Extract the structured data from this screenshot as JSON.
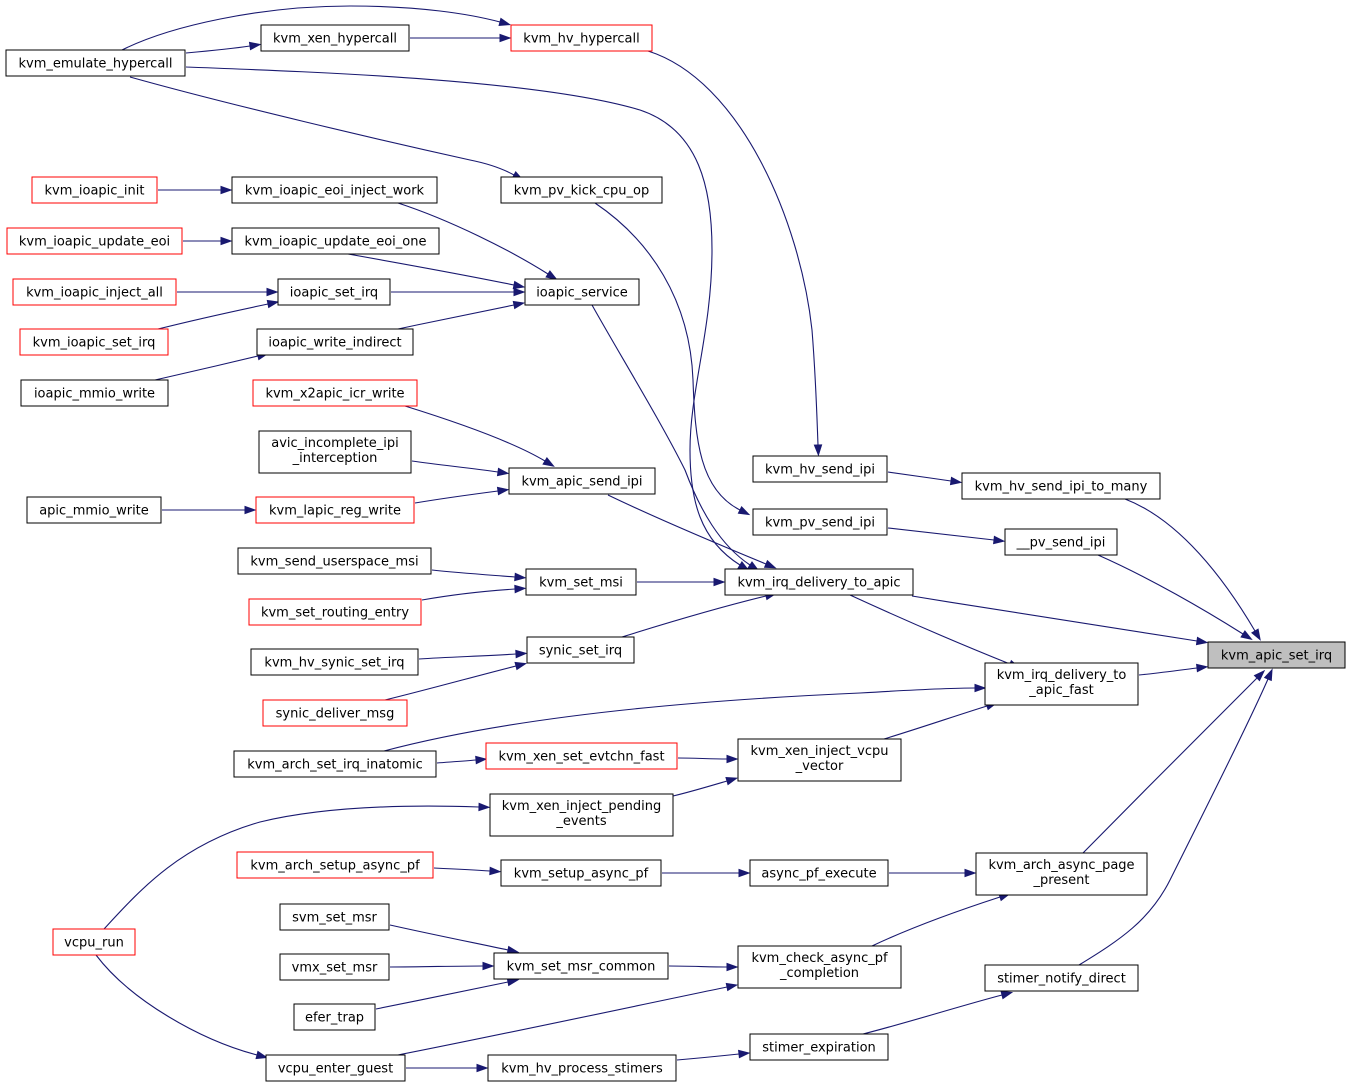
{
  "graph": {
    "type": "call-graph",
    "direction": "right-to-left",
    "colors": {
      "edge": "#191970",
      "node_border": "#000000",
      "truncated_border": "#ff0000",
      "focus_fill": "#bfbfbf",
      "background": "#ffffff"
    },
    "nodes": [
      {
        "id": "kvm_apic_set_irq",
        "lines": [
          "kvm_apic_set_irq"
        ],
        "focus": true
      },
      {
        "id": "kvm_emulate_hypercall",
        "lines": [
          "kvm_emulate_hypercall"
        ]
      },
      {
        "id": "kvm_xen_hypercall",
        "lines": [
          "kvm_xen_hypercall"
        ]
      },
      {
        "id": "kvm_hv_hypercall",
        "lines": [
          "kvm_hv_hypercall"
        ],
        "truncated": true
      },
      {
        "id": "kvm_ioapic_init",
        "lines": [
          "kvm_ioapic_init"
        ],
        "truncated": true
      },
      {
        "id": "kvm_ioapic_eoi_inject_work",
        "lines": [
          "kvm_ioapic_eoi_inject_work"
        ]
      },
      {
        "id": "kvm_pv_kick_cpu_op",
        "lines": [
          "kvm_pv_kick_cpu_op"
        ]
      },
      {
        "id": "kvm_ioapic_update_eoi",
        "lines": [
          "kvm_ioapic_update_eoi"
        ],
        "truncated": true
      },
      {
        "id": "kvm_ioapic_update_eoi_one",
        "lines": [
          "kvm_ioapic_update_eoi_one"
        ]
      },
      {
        "id": "kvm_ioapic_inject_all",
        "lines": [
          "kvm_ioapic_inject_all"
        ],
        "truncated": true
      },
      {
        "id": "ioapic_set_irq",
        "lines": [
          "ioapic_set_irq"
        ]
      },
      {
        "id": "ioapic_service",
        "lines": [
          "ioapic_service"
        ]
      },
      {
        "id": "kvm_ioapic_set_irq",
        "lines": [
          "kvm_ioapic_set_irq"
        ],
        "truncated": true
      },
      {
        "id": "ioapic_write_indirect",
        "lines": [
          "ioapic_write_indirect"
        ]
      },
      {
        "id": "ioapic_mmio_write",
        "lines": [
          "ioapic_mmio_write"
        ]
      },
      {
        "id": "kvm_x2apic_icr_write",
        "lines": [
          "kvm_x2apic_icr_write"
        ],
        "truncated": true
      },
      {
        "id": "avic_incomplete_ipi_interception",
        "lines": [
          "avic_incomplete_ipi",
          "_interception"
        ]
      },
      {
        "id": "kvm_apic_send_ipi",
        "lines": [
          "kvm_apic_send_ipi"
        ]
      },
      {
        "id": "apic_mmio_write",
        "lines": [
          "apic_mmio_write"
        ]
      },
      {
        "id": "kvm_lapic_reg_write",
        "lines": [
          "kvm_lapic_reg_write"
        ],
        "truncated": true
      },
      {
        "id": "kvm_hv_send_ipi",
        "lines": [
          "kvm_hv_send_ipi"
        ]
      },
      {
        "id": "kvm_hv_send_ipi_to_many",
        "lines": [
          "kvm_hv_send_ipi_to_many"
        ]
      },
      {
        "id": "kvm_pv_send_ipi",
        "lines": [
          "kvm_pv_send_ipi"
        ]
      },
      {
        "id": "__pv_send_ipi",
        "lines": [
          "__pv_send_ipi"
        ]
      },
      {
        "id": "kvm_send_userspace_msi",
        "lines": [
          "kvm_send_userspace_msi"
        ]
      },
      {
        "id": "kvm_set_msi",
        "lines": [
          "kvm_set_msi"
        ]
      },
      {
        "id": "kvm_irq_delivery_to_apic",
        "lines": [
          "kvm_irq_delivery_to_apic"
        ]
      },
      {
        "id": "kvm_set_routing_entry",
        "lines": [
          "kvm_set_routing_entry"
        ],
        "truncated": true
      },
      {
        "id": "synic_set_irq",
        "lines": [
          "synic_set_irq"
        ]
      },
      {
        "id": "kvm_hv_synic_set_irq",
        "lines": [
          "kvm_hv_synic_set_irq"
        ]
      },
      {
        "id": "kvm_irq_delivery_to_apic_fast",
        "lines": [
          "kvm_irq_delivery_to",
          "_apic_fast"
        ]
      },
      {
        "id": "synic_deliver_msg",
        "lines": [
          "synic_deliver_msg"
        ],
        "truncated": true
      },
      {
        "id": "kvm_arch_set_irq_inatomic",
        "lines": [
          "kvm_arch_set_irq_inatomic"
        ]
      },
      {
        "id": "kvm_xen_set_evtchn_fast",
        "lines": [
          "kvm_xen_set_evtchn_fast"
        ],
        "truncated": true
      },
      {
        "id": "kvm_xen_inject_vcpu_vector",
        "lines": [
          "kvm_xen_inject_vcpu",
          "_vector"
        ]
      },
      {
        "id": "kvm_xen_inject_pending_events",
        "lines": [
          "kvm_xen_inject_pending",
          "_events"
        ]
      },
      {
        "id": "kvm_arch_setup_async_pf",
        "lines": [
          "kvm_arch_setup_async_pf"
        ],
        "truncated": true
      },
      {
        "id": "kvm_setup_async_pf",
        "lines": [
          "kvm_setup_async_pf"
        ]
      },
      {
        "id": "async_pf_execute",
        "lines": [
          "async_pf_execute"
        ]
      },
      {
        "id": "kvm_arch_async_page_present",
        "lines": [
          "kvm_arch_async_page",
          "_present"
        ]
      },
      {
        "id": "vcpu_run",
        "lines": [
          "vcpu_run"
        ],
        "truncated": true
      },
      {
        "id": "svm_set_msr",
        "lines": [
          "svm_set_msr"
        ]
      },
      {
        "id": "vmx_set_msr",
        "lines": [
          "vmx_set_msr"
        ]
      },
      {
        "id": "kvm_set_msr_common",
        "lines": [
          "kvm_set_msr_common"
        ]
      },
      {
        "id": "kvm_check_async_pf_completion",
        "lines": [
          "kvm_check_async_pf",
          "_completion"
        ]
      },
      {
        "id": "stimer_notify_direct",
        "lines": [
          "stimer_notify_direct"
        ]
      },
      {
        "id": "efer_trap",
        "lines": [
          "efer_trap"
        ]
      },
      {
        "id": "vcpu_enter_guest",
        "lines": [
          "vcpu_enter_guest"
        ]
      },
      {
        "id": "kvm_hv_process_stimers",
        "lines": [
          "kvm_hv_process_stimers"
        ]
      },
      {
        "id": "stimer_expiration",
        "lines": [
          "stimer_expiration"
        ]
      }
    ],
    "edges": [
      [
        "kvm_emulate_hypercall",
        "kvm_xen_hypercall"
      ],
      [
        "kvm_emulate_hypercall",
        "kvm_hv_hypercall"
      ],
      [
        "kvm_xen_hypercall",
        "kvm_hv_hypercall"
      ],
      [
        "kvm_emulate_hypercall",
        "kvm_pv_kick_cpu_op"
      ],
      [
        "kvm_emulate_hypercall",
        "kvm_irq_delivery_to_apic"
      ],
      [
        "kvm_hv_hypercall",
        "kvm_hv_send_ipi"
      ],
      [
        "kvm_ioapic_init",
        "kvm_ioapic_eoi_inject_work"
      ],
      [
        "kvm_ioapic_update_eoi",
        "kvm_ioapic_update_eoi_one"
      ],
      [
        "kvm_ioapic_inject_all",
        "ioapic_set_irq"
      ],
      [
        "kvm_ioapic_set_irq",
        "ioapic_set_irq"
      ],
      [
        "ioapic_mmio_write",
        "ioapic_write_indirect"
      ],
      [
        "kvm_ioapic_eoi_inject_work",
        "ioapic_service"
      ],
      [
        "kvm_ioapic_update_eoi_one",
        "ioapic_service"
      ],
      [
        "ioapic_set_irq",
        "ioapic_service"
      ],
      [
        "ioapic_write_indirect",
        "ioapic_service"
      ],
      [
        "ioapic_service",
        "kvm_irq_delivery_to_apic"
      ],
      [
        "kvm_pv_kick_cpu_op",
        "kvm_pv_send_ipi"
      ],
      [
        "kvm_x2apic_icr_write",
        "kvm_apic_send_ipi"
      ],
      [
        "avic_incomplete_ipi_interception",
        "kvm_apic_send_ipi"
      ],
      [
        "kvm_lapic_reg_write",
        "kvm_apic_send_ipi"
      ],
      [
        "apic_mmio_write",
        "kvm_lapic_reg_write"
      ],
      [
        "kvm_apic_send_ipi",
        "kvm_irq_delivery_to_apic"
      ],
      [
        "kvm_hv_send_ipi",
        "kvm_hv_send_ipi_to_many"
      ],
      [
        "kvm_pv_send_ipi",
        "__pv_send_ipi"
      ],
      [
        "kvm_send_userspace_msi",
        "kvm_set_msi"
      ],
      [
        "kvm_set_routing_entry",
        "kvm_set_msi"
      ],
      [
        "kvm_set_msi",
        "kvm_irq_delivery_to_apic"
      ],
      [
        "kvm_hv_synic_set_irq",
        "synic_set_irq"
      ],
      [
        "synic_deliver_msg",
        "synic_set_irq"
      ],
      [
        "synic_set_irq",
        "kvm_irq_delivery_to_apic"
      ],
      [
        "kvm_irq_delivery_to_apic",
        "kvm_irq_delivery_to_apic_fast"
      ],
      [
        "kvm_arch_set_irq_inatomic",
        "kvm_irq_delivery_to_apic_fast"
      ],
      [
        "kvm_arch_set_irq_inatomic",
        "kvm_xen_set_evtchn_fast"
      ],
      [
        "kvm_xen_set_evtchn_fast",
        "kvm_xen_inject_vcpu_vector"
      ],
      [
        "kvm_xen_inject_pending_events",
        "kvm_xen_inject_vcpu_vector"
      ],
      [
        "kvm_xen_inject_vcpu_vector",
        "kvm_irq_delivery_to_apic_fast"
      ],
      [
        "vcpu_run",
        "kvm_xen_inject_pending_events"
      ],
      [
        "vcpu_run",
        "vcpu_enter_guest"
      ],
      [
        "kvm_arch_setup_async_pf",
        "kvm_setup_async_pf"
      ],
      [
        "kvm_setup_async_pf",
        "async_pf_execute"
      ],
      [
        "async_pf_execute",
        "kvm_arch_async_page_present"
      ],
      [
        "kvm_check_async_pf_completion",
        "kvm_arch_async_page_present"
      ],
      [
        "svm_set_msr",
        "kvm_set_msr_common"
      ],
      [
        "vmx_set_msr",
        "kvm_set_msr_common"
      ],
      [
        "efer_trap",
        "kvm_set_msr_common"
      ],
      [
        "kvm_set_msr_common",
        "kvm_check_async_pf_completion"
      ],
      [
        "vcpu_enter_guest",
        "kvm_check_async_pf_completion"
      ],
      [
        "vcpu_enter_guest",
        "kvm_hv_process_stimers"
      ],
      [
        "kvm_hv_process_stimers",
        "stimer_expiration"
      ],
      [
        "stimer_expiration",
        "stimer_notify_direct"
      ],
      [
        "kvm_hv_send_ipi_to_many",
        "kvm_apic_set_irq"
      ],
      [
        "__pv_send_ipi",
        "kvm_apic_set_irq"
      ],
      [
        "kvm_irq_delivery_to_apic",
        "kvm_apic_set_irq"
      ],
      [
        "kvm_irq_delivery_to_apic_fast",
        "kvm_apic_set_irq"
      ],
      [
        "kvm_arch_async_page_present",
        "kvm_apic_set_irq"
      ],
      [
        "stimer_notify_direct",
        "kvm_apic_set_irq"
      ]
    ]
  }
}
